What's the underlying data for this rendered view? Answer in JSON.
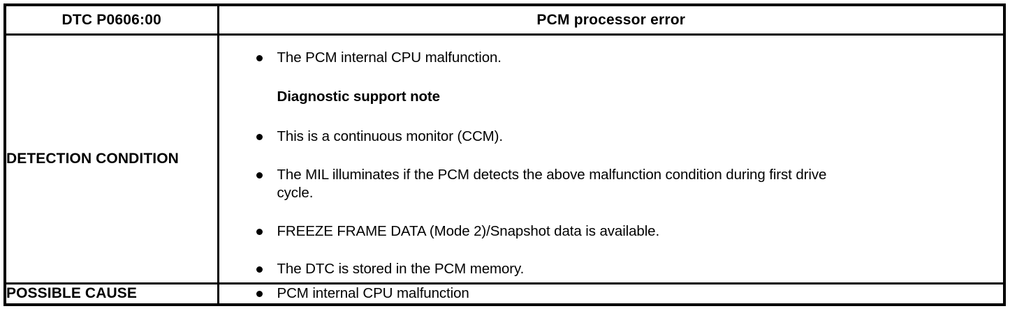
{
  "table": {
    "header": {
      "dtc_code": "DTC P0606:00",
      "fault_name": "PCM processor error"
    },
    "rows": [
      {
        "label": "DETECTION CONDITION",
        "blocks": [
          {
            "type": "bullet",
            "text": "The PCM internal CPU malfunction."
          },
          {
            "type": "heading",
            "text": "Diagnostic support note"
          },
          {
            "type": "bullet",
            "text": "This is a continuous monitor (CCM)."
          },
          {
            "type": "bullet",
            "text": "The MIL illuminates if the PCM detects the above malfunction condition during first drive cycle.",
            "line1": "The MIL illuminates if the PCM detects the above malfunction condition during first drive",
            "line2": "cycle."
          },
          {
            "type": "bullet",
            "text": "FREEZE FRAME DATA (Mode 2)/Snapshot data is available."
          },
          {
            "type": "bullet",
            "text": "The DTC is stored in the PCM memory."
          }
        ]
      },
      {
        "label": "POSSIBLE CAUSE",
        "blocks": [
          {
            "type": "bullet",
            "text": "PCM internal CPU malfunction"
          }
        ]
      }
    ]
  }
}
